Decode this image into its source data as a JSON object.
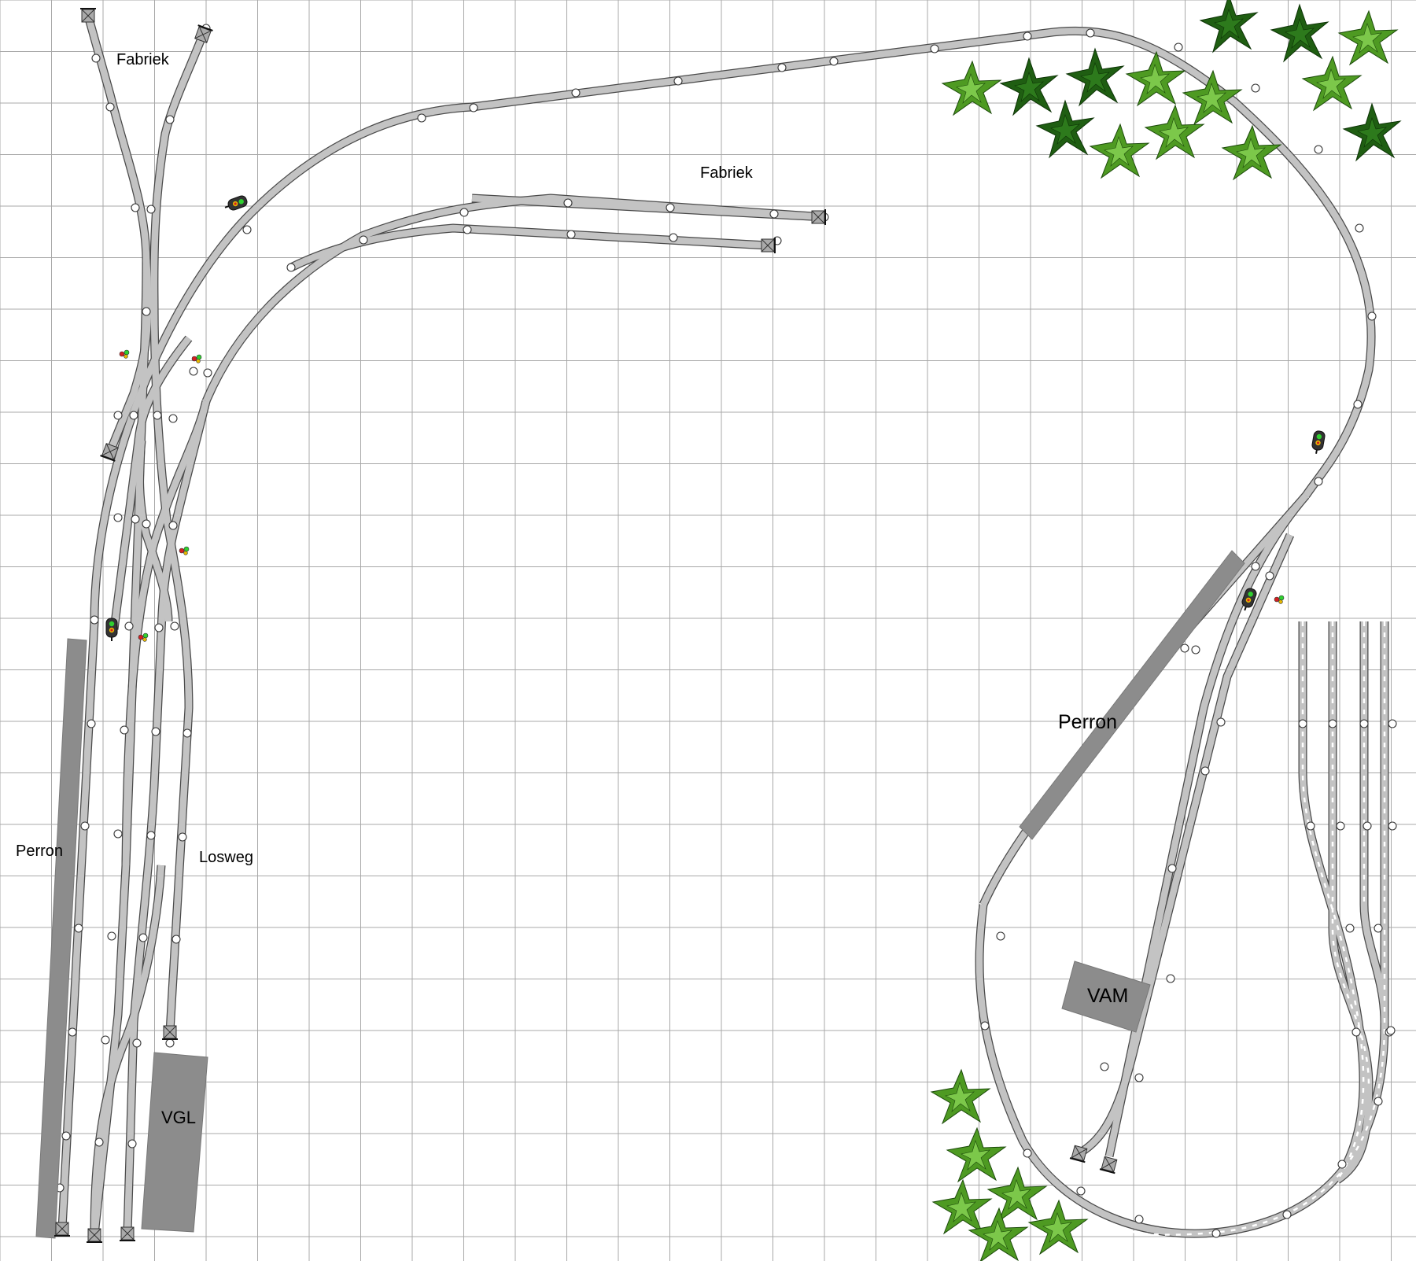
{
  "labels": {
    "fabriek_top": "Fabriek",
    "fabriek_mid": "Fabriek",
    "perron_left": "Perron",
    "losweg": "Losweg",
    "vgl": "VGL",
    "perron_right": "Perron",
    "vam": "VAM"
  },
  "colors": {
    "background": "#ffffff",
    "grid": "#a8a8a8",
    "rail_outline": "#4a4a4a",
    "rail_fill": "#c3c3c3",
    "building": "#8c8c8c",
    "tree_dark": "#1f5e12",
    "tree_light": "#5dae2a"
  },
  "symbols": {
    "signal": "signal-icon",
    "ground_signal": "ground-signal-icon",
    "buffer_stop": "buffer-stop-icon",
    "tree": "tree-icon"
  }
}
